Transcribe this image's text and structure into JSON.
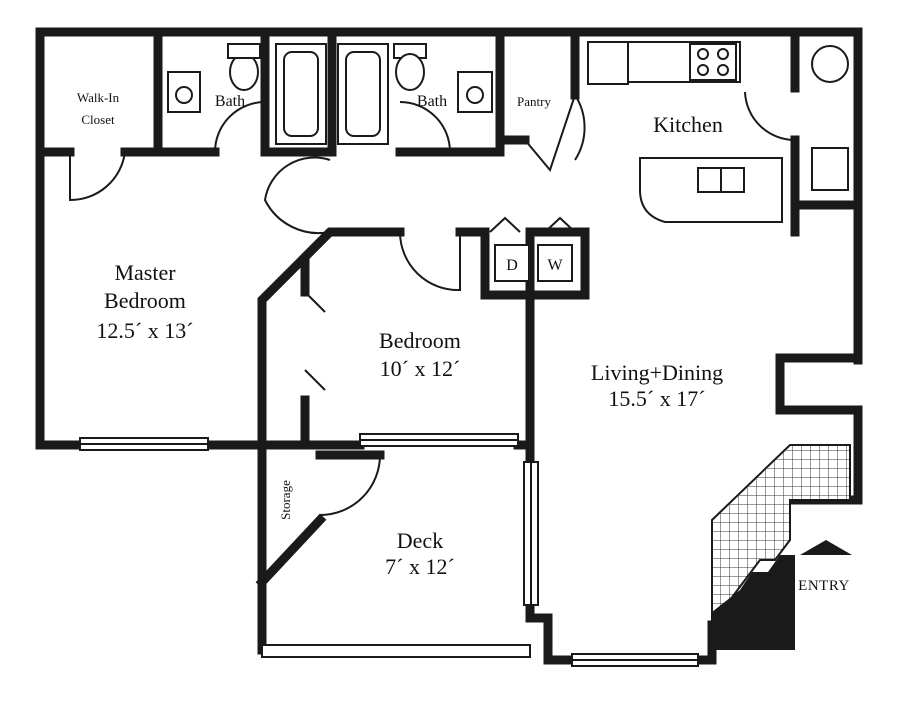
{
  "rooms": {
    "walk_in_closet": {
      "line1": "Walk-In",
      "line2": "Closet"
    },
    "bath_left": {
      "label": "Bath"
    },
    "bath_right": {
      "label": "Bath"
    },
    "pantry": {
      "label": "Pantry"
    },
    "kitchen": {
      "label": "Kitchen"
    },
    "master_bedroom": {
      "line1": "Master",
      "line2": "Bedroom",
      "line3": "12.5´ x 13´"
    },
    "bedroom": {
      "line1": "Bedroom",
      "line2": "10´ x 12´"
    },
    "living_dining": {
      "line1": "Living+Dining",
      "line2": "15.5´ x 17´"
    },
    "deck": {
      "line1": "Deck",
      "line2": "7´ x 12´"
    },
    "storage": {
      "label": "Storage"
    }
  },
  "appliances": {
    "dryer": "D",
    "washer": "W"
  },
  "entry": {
    "label": "ENTRY"
  },
  "colors": {
    "wall": "#1a1a1a",
    "background": "#ffffff"
  }
}
